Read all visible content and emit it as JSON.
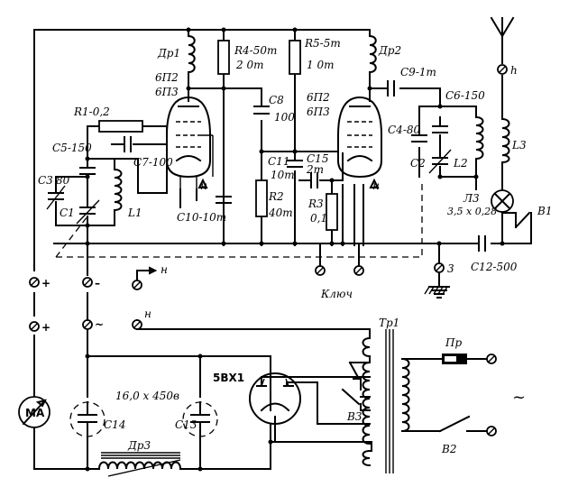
{
  "labels": {
    "dr1": "Др1",
    "tube1_a": "6П2",
    "tube1_b": "6П3",
    "r4": "R4-50т",
    "r4_w": "2 0т",
    "r5": "R5-5т",
    "r5_w": "1 0т",
    "dr2": "Др2",
    "c9": "C9-1т",
    "c6": "C6-150",
    "antenna_h": "h",
    "r1": "R1-0,2",
    "c8": "C8",
    "c8_v": "100",
    "tube2_a": "6П2",
    "tube2_b": "6П3",
    "c4": "C4-80",
    "l3": "L3",
    "c5": "C5-150",
    "c3": "C3",
    "c3_v": "80",
    "c7": "C7-100",
    "c11": "C11",
    "c11_v": "10т",
    "c15": "C15",
    "c15_v": "2т",
    "c2": "C2",
    "l2": "L2",
    "c1": "C1",
    "l1": "L1",
    "h1": "н",
    "h2": "н",
    "lamp": "Л3",
    "lamp_v": "3,5 х 0,28",
    "b1": "B1",
    "c10": "C10-10т",
    "r2": "R2",
    "r2_v": "40т",
    "r3": "R3",
    "r3_v": "0,1",
    "c12": "C12-500",
    "term_plus1": "+",
    "term_minus1": "–",
    "term_h1": "н",
    "term_plus2": "+",
    "term_minus2": "~",
    "term_h2": "н",
    "ground": "3",
    "key": "Ключ",
    "tr1": "Тр1",
    "pr": "Пр",
    "ma": "МА",
    "c14": "C14",
    "c14_13_v": "16,0 х 450в",
    "c13": "C13",
    "rect": "5ВХ1",
    "b3": "B3",
    "ac": "~",
    "b2": "B2",
    "dr3": "Др3"
  }
}
